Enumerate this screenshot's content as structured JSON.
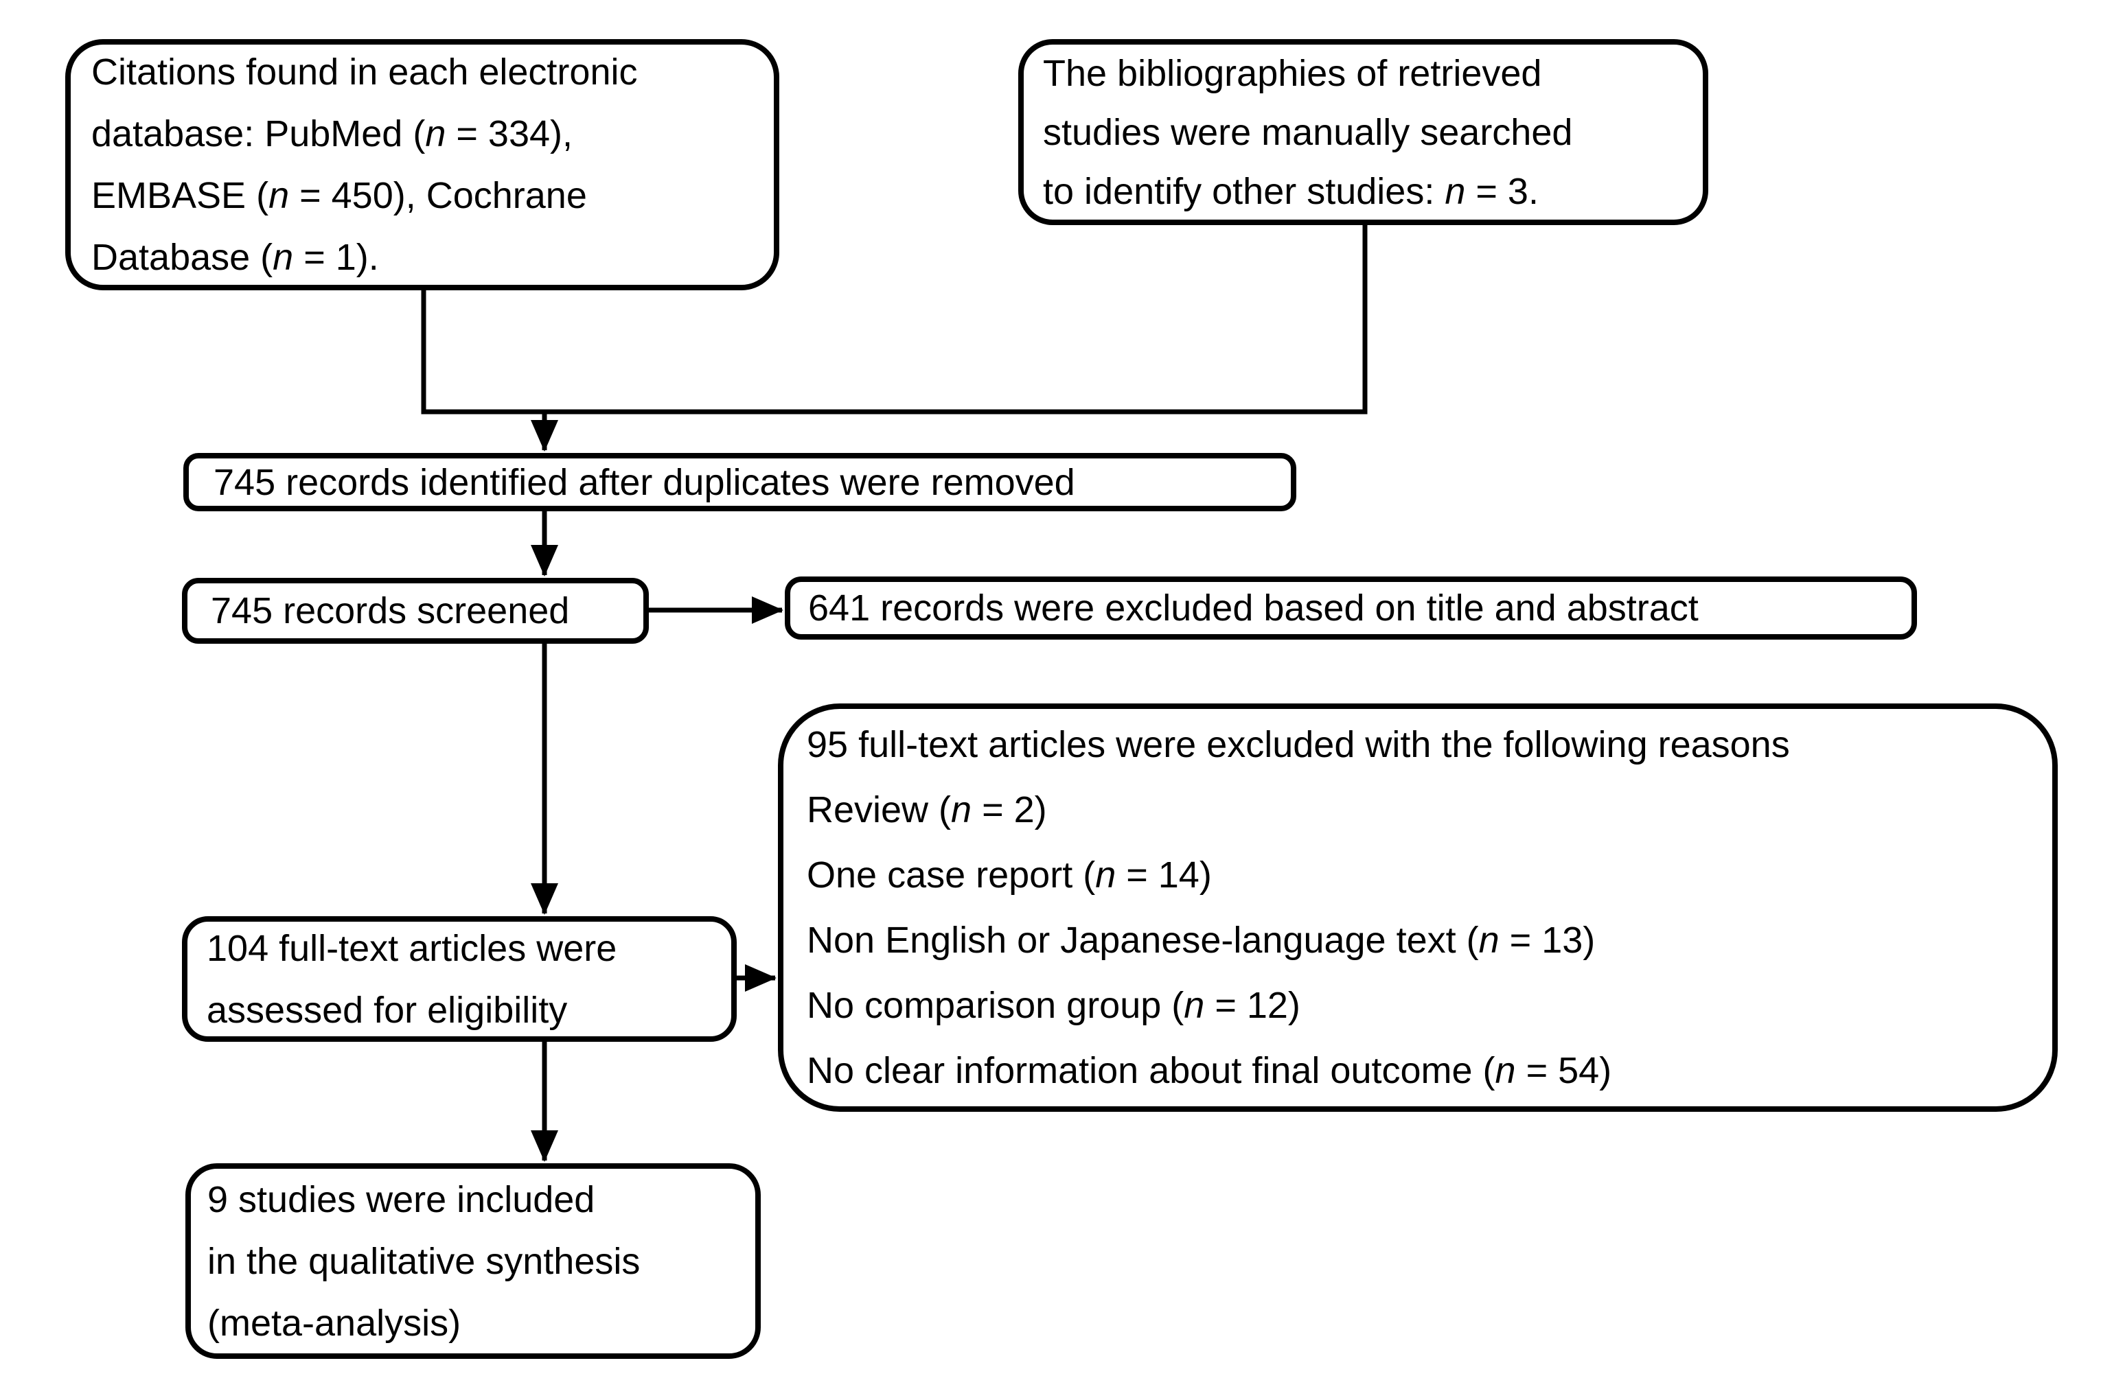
{
  "figure": {
    "background": "#ffffff",
    "ink": "#000000",
    "type": "prisma-flow-diagram",
    "boxes": {
      "citations": {
        "lines": [
          [
            {
              "t": "Citations found in each electronic"
            }
          ],
          [
            {
              "t": "database: PubMed ("
            },
            {
              "t": "n",
              "i": true
            },
            {
              "t": " = 334),"
            }
          ],
          [
            {
              "t": "EMBASE ("
            },
            {
              "t": "n",
              "i": true
            },
            {
              "t": " = 450), Cochrane"
            }
          ],
          [
            {
              "t": "Database ("
            },
            {
              "t": "n",
              "i": true
            },
            {
              "t": " = 1)."
            }
          ]
        ]
      },
      "bibliographies": {
        "lines": [
          [
            {
              "t": "The bibliographies of retrieved"
            }
          ],
          [
            {
              "t": "studies were manually searched"
            }
          ],
          [
            {
              "t": "to identify other studies: "
            },
            {
              "t": "n",
              "i": true
            },
            {
              "t": " = 3."
            }
          ]
        ]
      },
      "identified": {
        "lines": [
          [
            {
              "t": "745 records identified after duplicates were removed"
            }
          ]
        ]
      },
      "screened": {
        "lines": [
          [
            {
              "t": "745 records screened"
            }
          ]
        ]
      },
      "excluded_title": {
        "lines": [
          [
            {
              "t": "641 records were excluded based on title and abstract"
            }
          ]
        ]
      },
      "excluded_reasons": {
        "lines": [
          [
            {
              "t": "95 full-text articles were excluded with the following reasons"
            }
          ],
          [
            {
              "t": "Review ("
            },
            {
              "t": "n",
              "i": true
            },
            {
              "t": " = 2)"
            }
          ],
          [
            {
              "t": "One case report ("
            },
            {
              "t": "n",
              "i": true
            },
            {
              "t": " = 14)"
            }
          ],
          [
            {
              "t": "Non English or Japanese-language text ("
            },
            {
              "t": "n",
              "i": true
            },
            {
              "t": " = 13)"
            }
          ],
          [
            {
              "t": "No comparison group ("
            },
            {
              "t": "n",
              "i": true
            },
            {
              "t": " = 12)"
            }
          ],
          [
            {
              "t": "No clear information about final outcome ("
            },
            {
              "t": "n",
              "i": true
            },
            {
              "t": " = 54)"
            }
          ]
        ]
      },
      "fulltext": {
        "lines": [
          [
            {
              "t": "104 full-text articles were"
            }
          ],
          [
            {
              "t": "assessed for eligibility"
            }
          ]
        ]
      },
      "included": {
        "lines": [
          [
            {
              "t": "9 studies were included"
            }
          ],
          [
            {
              "t": "in the qualitative synthesis"
            }
          ],
          [
            {
              "t": "(meta-analysis)"
            }
          ]
        ]
      }
    }
  }
}
